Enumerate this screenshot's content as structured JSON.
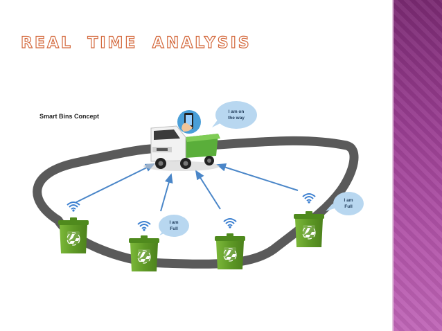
{
  "slide": {
    "title": "REAL  TIME  ANALYSIS",
    "colors": {
      "title_outline": "#d46a3e",
      "side_band": "#9b3f93"
    }
  },
  "diagram": {
    "label": "Smart Bins Concept",
    "truck_bubble": {
      "line1": "I am on",
      "line2": "the way"
    },
    "bin_bubble_left": {
      "line1": "I am",
      "line2": "Full"
    },
    "bin_bubble_right": {
      "line1": "I am",
      "line2": "Full"
    },
    "icons": [
      "truck-icon",
      "phone-icon",
      "recycle-bin-icon",
      "wifi-icon",
      "arrow-icon"
    ],
    "colors": {
      "road": "#555555",
      "bin": "#6aa230",
      "arrow": "#4a86c8",
      "bubble": "#b8d7f0"
    }
  }
}
